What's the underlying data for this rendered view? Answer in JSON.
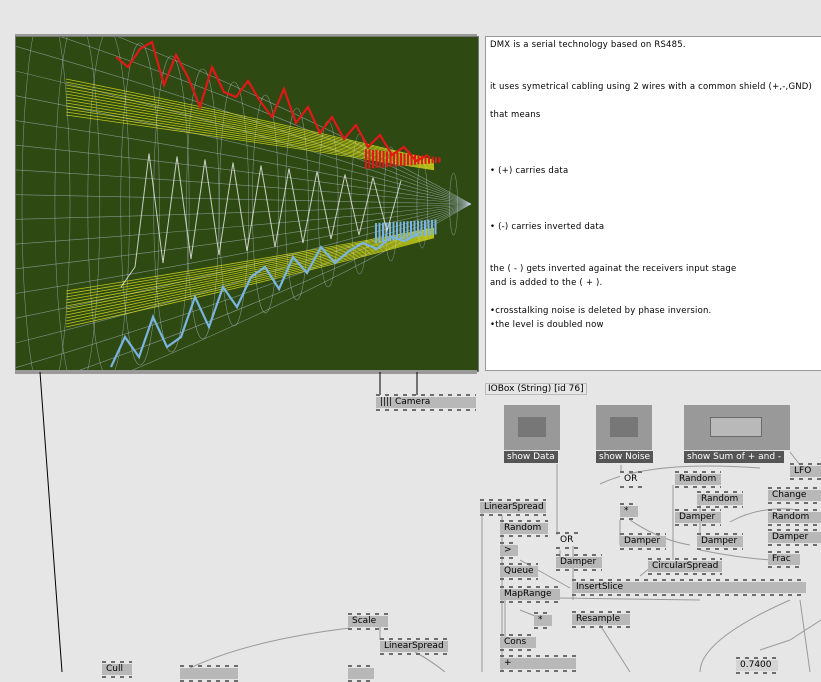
{
  "text_panel": {
    "lines": [
      "DMX is a serial technology based on RS485.",
      "it uses symetrical cabling using 2 wires with a common shield (+,-,GND)",
      "that means",
      "• (+) carries data",
      "• (-) carries inverted data",
      "the ( - ) gets inverted  againat the receivers input stage",
      "and is added to the ( + ).",
      "•crosstalking noise is deleted by phase inversion.",
      "•the level is doubled now"
    ]
  },
  "iobox_caption": "IOBox (String) [id 76]",
  "toggles": {
    "show_data": "show Data",
    "show_noise": "show Noise",
    "show_sum": "show Sum of + and -"
  },
  "nodes": {
    "camera": "|||| Camera",
    "lfo": "LFO",
    "or_top": "OR",
    "random_1": "Random",
    "random_2": "Random",
    "change": "Change",
    "multiply_1": "*",
    "damper_1": "Damper",
    "random_3": "Random",
    "linearspread_1": "LinearSpread",
    "random_4": "Random",
    "or_mid": "OR",
    "damper_2": "Damper",
    "damper_3": "Damper",
    "damper_4": "Damper",
    "greater": ">",
    "damper_5": "Damper",
    "circularspread": "CircularSpread",
    "frac": "Frac",
    "queue": "Queue",
    "insertslice": "InsertSlice",
    "maprange": "MapRange",
    "multiply_2": "*",
    "resample": "Resample",
    "scale": "Scale",
    "linearspread_2": "LinearSpread",
    "cons": "Cons",
    "plus": "+",
    "cull": "Cull",
    "value_box": "0.7400"
  },
  "colors": {
    "render_bg": "#2e4a12",
    "tube": "#f0f020",
    "data_plus": "#e01818",
    "data_minus": "#7ab4e0",
    "grid": "#c8d4f0"
  }
}
